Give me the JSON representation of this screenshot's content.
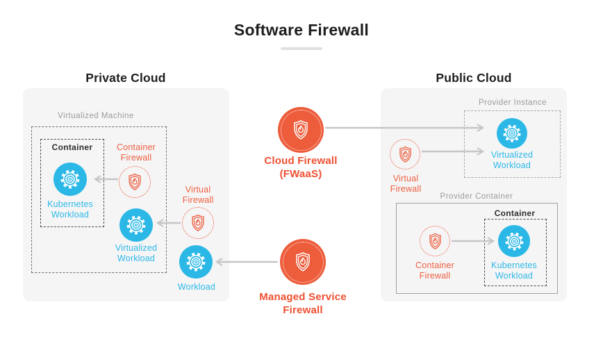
{
  "title": "Software Firewall",
  "private_cloud": {
    "heading": "Private Cloud",
    "virtualized_machine_label": "Virtualized Machine",
    "container_label": "Container",
    "kubernetes_workload_label": "Kubernetes Workload",
    "container_firewall_label": "Container Firewall",
    "virtualized_workload_label": "Virtualized Workload",
    "virtual_firewall_label": "Virtual Firewall",
    "workload_label": "Workload"
  },
  "center": {
    "cloud_firewall_label": "Cloud Firewall (FWaaS)",
    "managed_service_firewall_label": "Managed Service Firewall"
  },
  "public_cloud": {
    "heading": "Public Cloud",
    "provider_instance_label": "Provider Instance",
    "virtualized_workload_label": "Virtualized Workload",
    "virtual_firewall_label": "Virtual Firewall",
    "provider_container_label": "Provider Container",
    "container_label": "Container",
    "container_firewall_label": "Container Firewall",
    "kubernetes_workload_label": "Kubernetes Workload"
  },
  "icons": {
    "workload_icon": "gear-icon",
    "firewall_icon": "shield-flame-icon"
  },
  "colors": {
    "orange": "#ED5C3B",
    "orange_text": "#EE5F3E",
    "cyan": "#2BB8E6",
    "panel_background": "#F5F5F6",
    "muted_label": "#9B9B9B",
    "dark_text": "#1D1D1D",
    "arrow_gray": "#C6C6C6",
    "underline": "#E0E0E0"
  }
}
